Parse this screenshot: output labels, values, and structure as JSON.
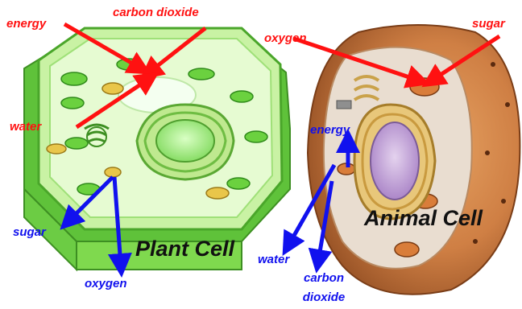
{
  "colors": {
    "input_label": "#ff1111",
    "output_label": "#1111ee",
    "plant_cell": "#8fe34a",
    "animal_cell": "#c8733b",
    "title_text": "#111111"
  },
  "plant_cell": {
    "title": "Plant Cell",
    "inputs": [
      "energy",
      "carbon dioxide",
      "water"
    ],
    "outputs": [
      "sugar",
      "oxygen"
    ]
  },
  "animal_cell": {
    "title": "Animal Cell",
    "inputs": [
      "oxygen",
      "sugar"
    ],
    "outputs": [
      "energy",
      "water",
      "carbon",
      "dioxide"
    ]
  }
}
